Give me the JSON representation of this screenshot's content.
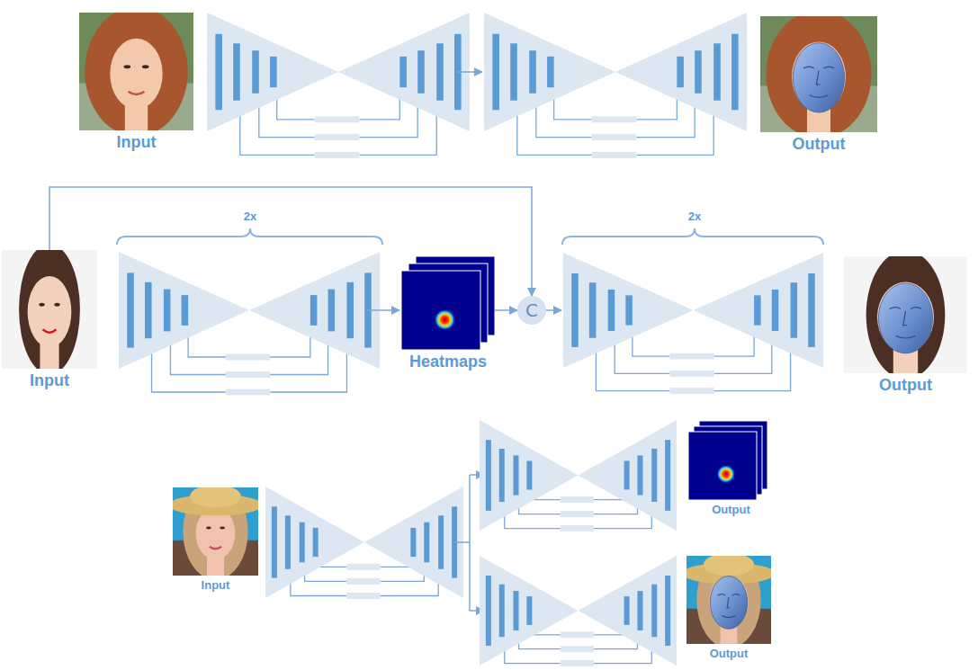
{
  "diagram": {
    "nodes": [
      {
        "text": [
          "Input"
        ]
      },
      {
        "text": [
          "Output"
        ]
      },
      {
        "text": [
          "Input"
        ]
      },
      {
        "text": [
          "Heatmaps"
        ]
      },
      {
        "text": [
          "C"
        ]
      },
      {
        "text": [
          "Output"
        ]
      },
      {
        "text": [
          "Input"
        ]
      },
      {
        "text": [
          "Output"
        ]
      },
      {
        "text": [
          "Output"
        ]
      }
    ],
    "edges": [
      {
        "from": 2,
        "to": 4,
        "arrow": "to"
      },
      {
        "from": 3,
        "to": 4,
        "arrow": "to"
      }
    ],
    "labels": [
      "2x",
      "2x"
    ]
  }
}
